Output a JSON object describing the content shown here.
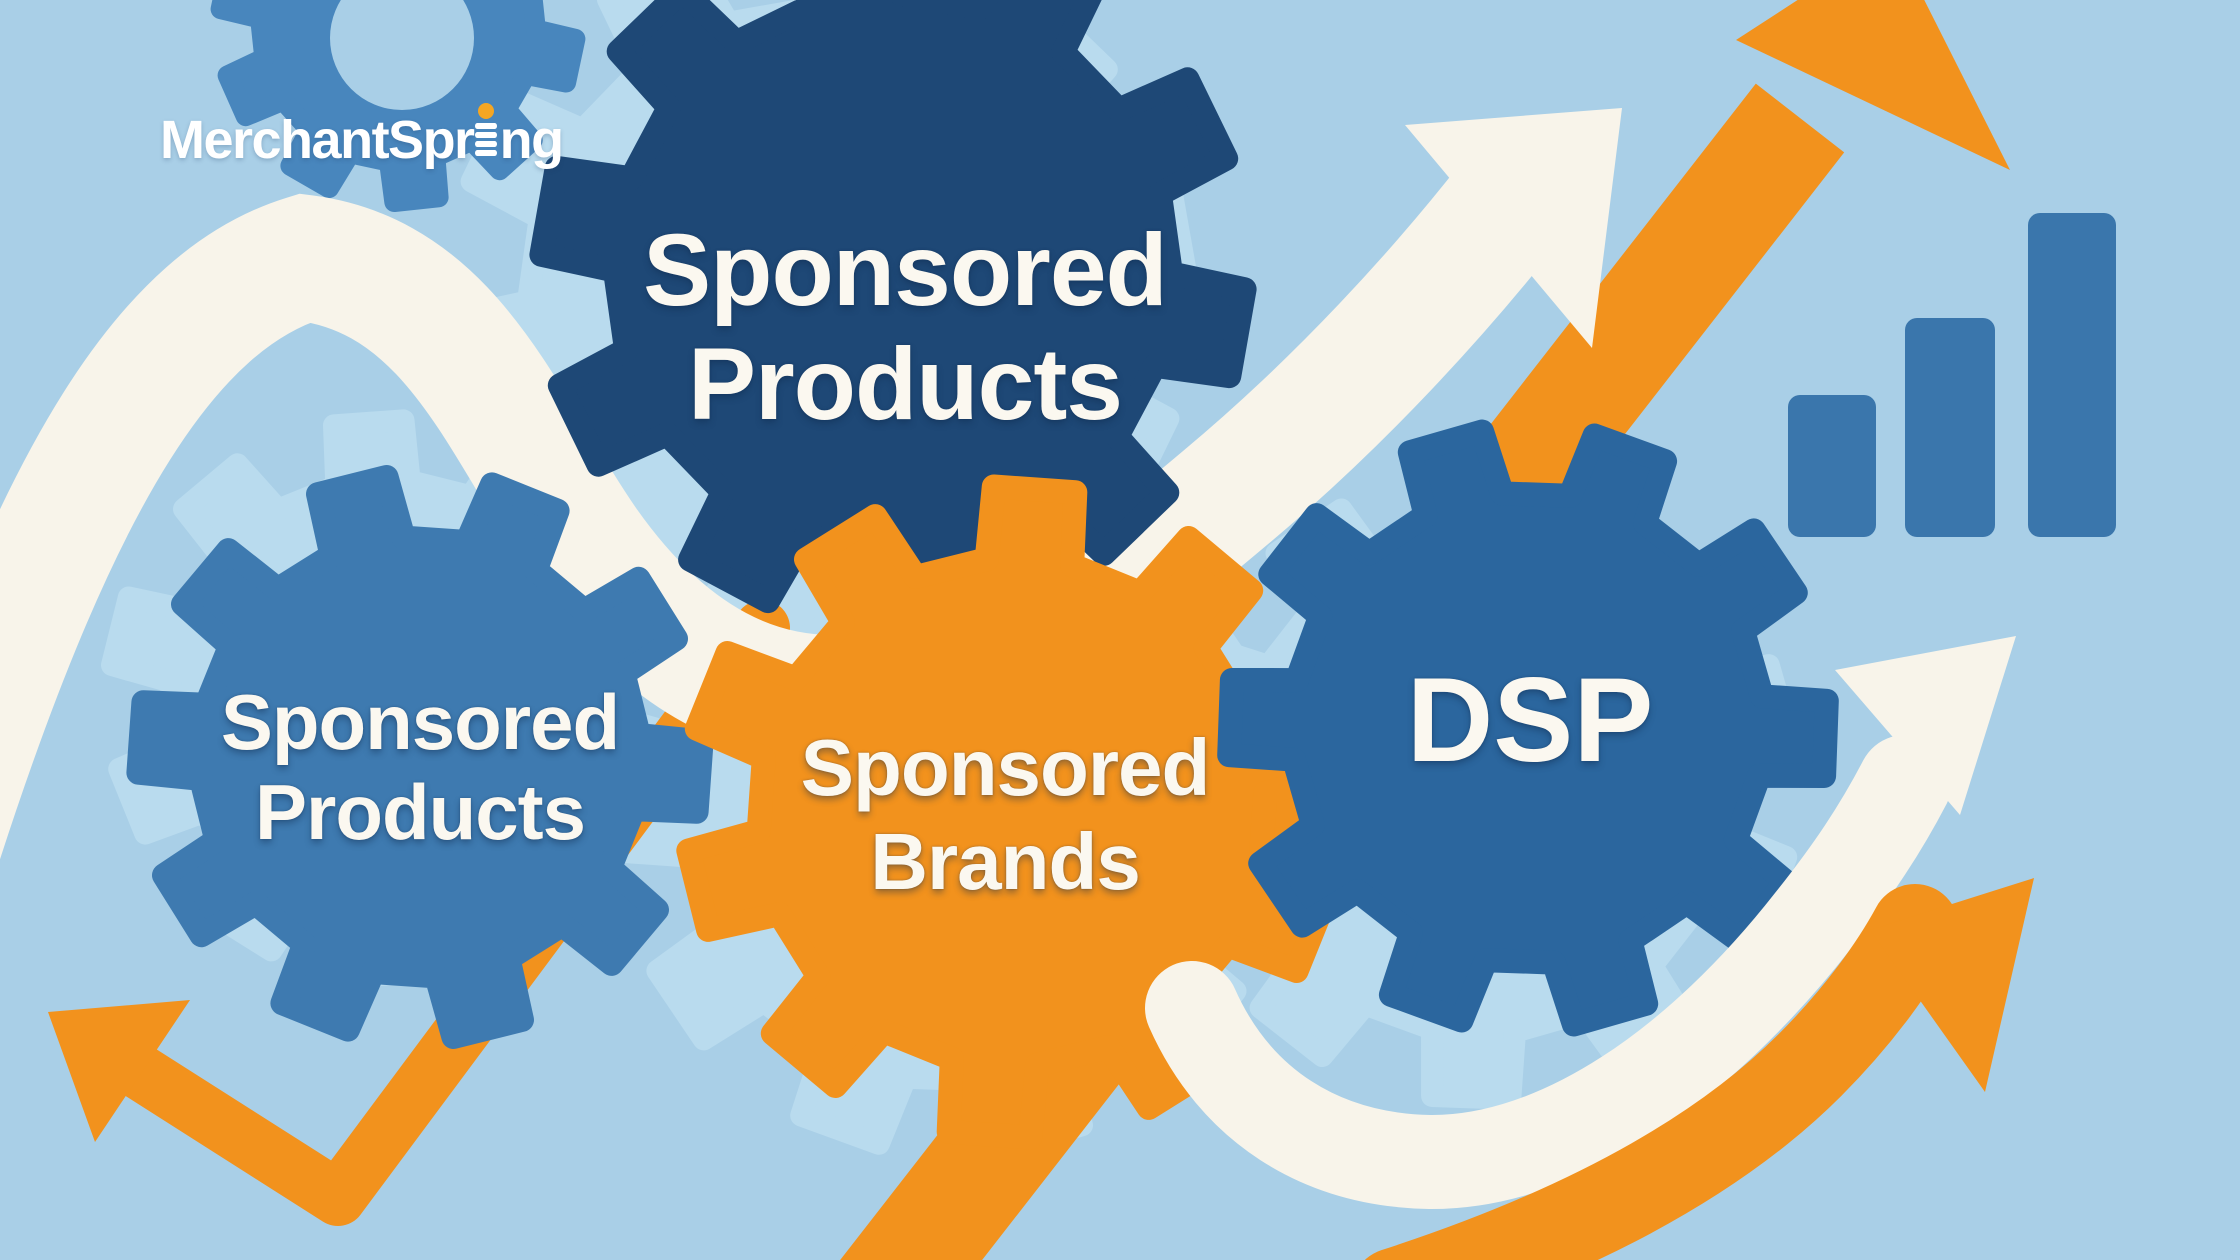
{
  "brand": {
    "name": "MerchantSpring",
    "name_prefix": "MerchantSpr",
    "name_suffix": "ng"
  },
  "gears": {
    "top": {
      "line1": "Sponsored",
      "line2": "Products",
      "color": "#1e4876"
    },
    "left": {
      "line1": "Sponsored",
      "line2": "Products",
      "color": "#3e7ab0"
    },
    "center": {
      "line1": "Sponsored",
      "line2": "Brands",
      "color": "#f2921d"
    },
    "right": {
      "label": "DSP",
      "color": "#2b669e"
    }
  },
  "icons": {
    "bar_chart": {
      "bars": 3,
      "trend": "increasing",
      "color": "#3a76ac"
    }
  },
  "palette": {
    "background": "#a9cfe7",
    "ghost_gear": "#b9dbee",
    "corner_gear": "#4886bd",
    "cream": "#f8f4ea",
    "orange": "#f2921d",
    "logo_dot_orange": "#f5a623",
    "text_white": "#fbf8f0"
  }
}
